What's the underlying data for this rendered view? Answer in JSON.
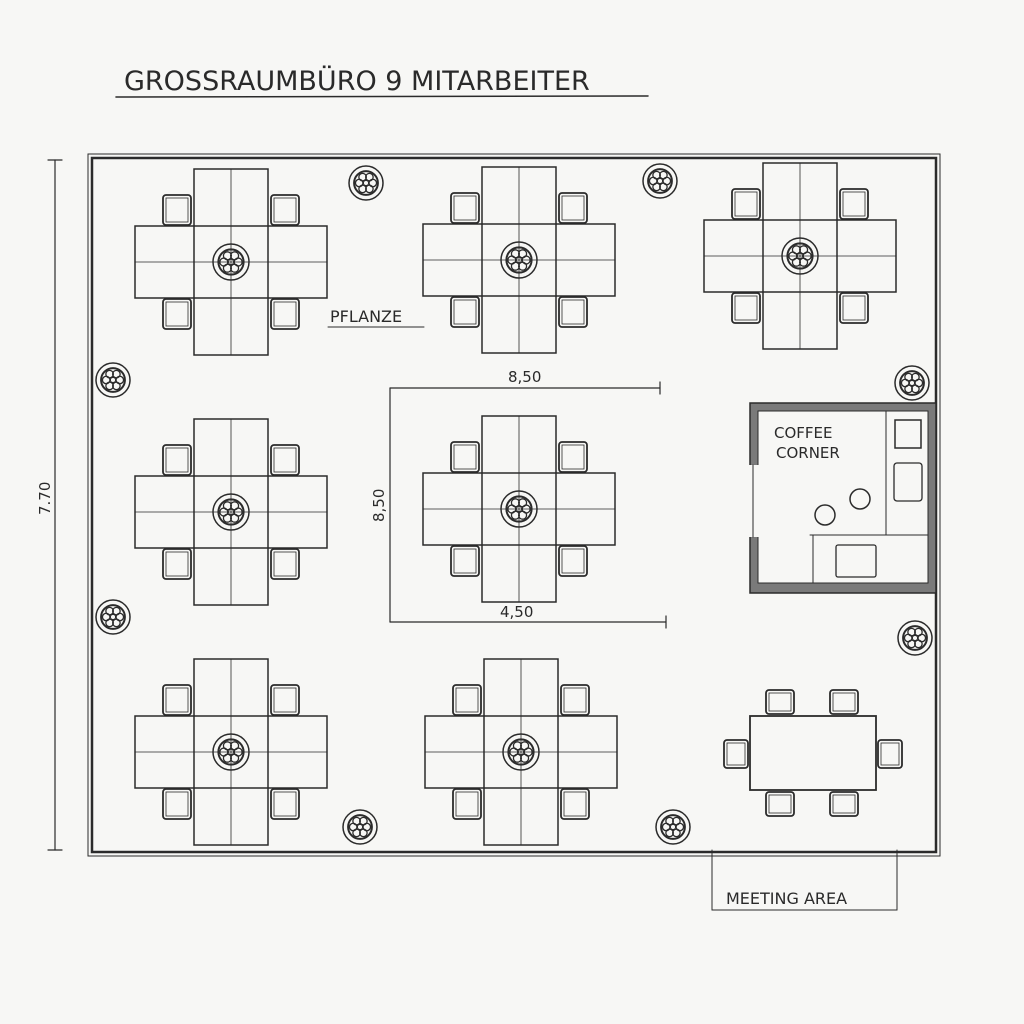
{
  "title": "GROSSRAUMBÜRO 9 MITARBEITER",
  "labels": {
    "plant": "PFLANZE",
    "coffee_line1": "COFFEE",
    "coffee_line2": "CORNER",
    "meeting": "MEETING AREA"
  },
  "dimensions": {
    "room_height": "7.70",
    "zone_width": "8,50",
    "zone_height": "8,50",
    "cluster_width": "4,50"
  },
  "colors": {
    "ink": "#2b2b2b",
    "paper": "#f7f7f5",
    "wall_fill": "#7a7a7a"
  }
}
